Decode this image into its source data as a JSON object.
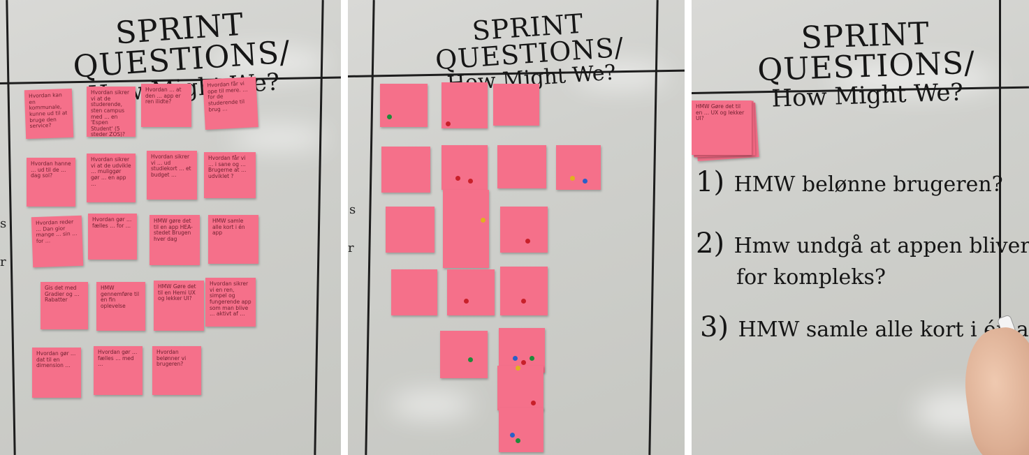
{
  "panels": [
    {
      "title_line1": "SPRINT QUESTIONS/",
      "title_line2": "How Might We?",
      "notes": [
        {
          "text": "Hvordan kan en kommunale, kunne ud til at bruge den service?"
        },
        {
          "text": "Hvordan sikrer vi at de studerende, sten campus med … en 'Espen Student' (5 steder ZOS)?"
        },
        {
          "text": "Hvordan … at den … app er ren ilidte?"
        },
        {
          "text": "Hvordan får vi ope til mere. … for de studerende til brug …"
        },
        {
          "text": "Hvordan hanne … ud til de … dag sol?"
        },
        {
          "text": "Hvordan sikrer vi at de udvikle … muliggør gør … en app …"
        },
        {
          "text": "Hvordan sikrer vi … ud studiekort … et budget …"
        },
        {
          "text": "Hvordan får vi … i sane og … Brugerne at … udviklet ?"
        },
        {
          "text": "Hvordan reder … Dan gior mange … sin … for …"
        },
        {
          "text": "Hvordan gør … fælles … for …"
        },
        {
          "text": "HMW gøre det til en app HEA-stedet Brugen hver dag"
        },
        {
          "text": "HMW samle alle kort i én app"
        },
        {
          "text": "Gis det med Gradier og … Rabatter"
        },
        {
          "text": "HMW gennemføre til en fin oplevelse"
        },
        {
          "text": "HMW Gøre det til en Hemi UX og lekker UI?"
        },
        {
          "text": "Hvordan sikrer vi en ren, simpel og fungerende app som man blive … aktivt af …"
        },
        {
          "text": "Hvordan gør … dat til en dimension …"
        },
        {
          "text": "Hvordan gør … fælles … med …"
        },
        {
          "text": "Hvordan belønner vi brugeren?"
        }
      ]
    },
    {
      "title_line1": "SPRINT QUESTIONS/",
      "title_line2": "How Might We?"
    },
    {
      "title_line1": "SPRINT QUESTIONS/",
      "title_line2": "How Might We?",
      "stack_note": "HMW Gøre det til en … UX og lekker UI?",
      "questions": [
        {
          "num": "1)",
          "text": "HMW belønne brugeren?"
        },
        {
          "num": "2)",
          "text": "Hmw undgå at appen bliver",
          "text2": "for kompleks?"
        },
        {
          "num": "3)",
          "text": "HMW samle alle kort i én app?"
        }
      ]
    }
  ],
  "colors": {
    "note": "#f5708a",
    "board": "#cfd0cc",
    "ink": "#1d1d1d"
  }
}
